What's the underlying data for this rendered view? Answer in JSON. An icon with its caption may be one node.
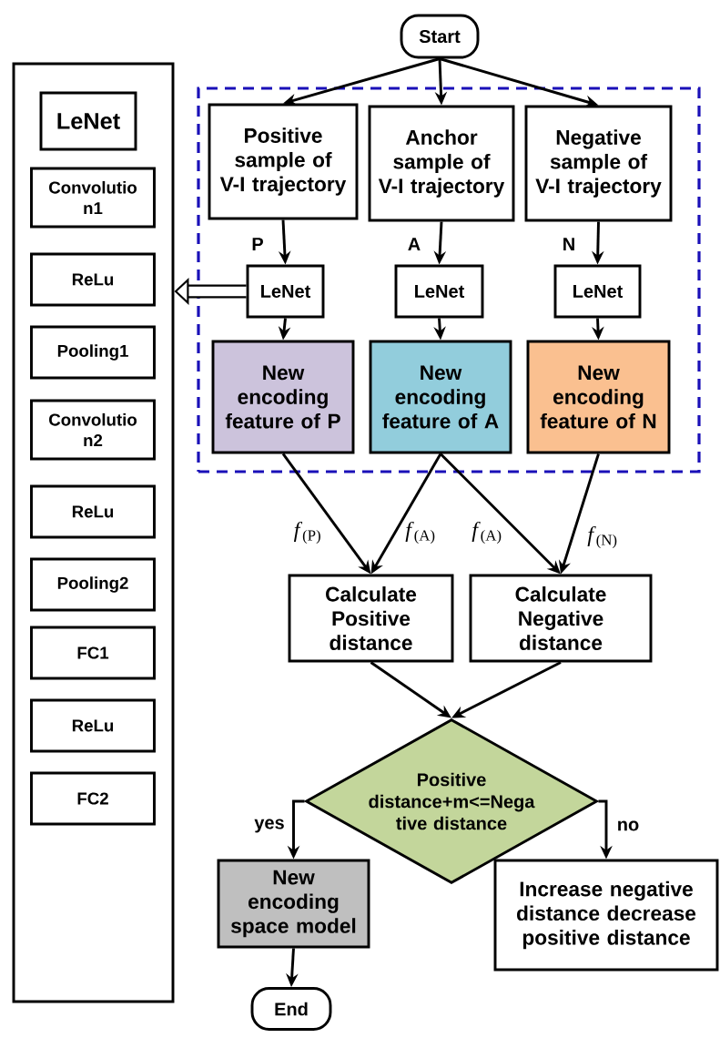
{
  "diagram": {
    "nodes": [
      {
        "text": [
          "Start"
        ]
      },
      {
        "text": [],
        "shape": "box"
      },
      {
        "text": [
          "LeNet"
        ],
        "in": 1
      },
      {
        "text": [
          "Convolutio n1"
        ],
        "in": 1
      },
      {
        "text": [
          "ReLu"
        ],
        "in": 1
      },
      {
        "text": [
          "Pooling1"
        ],
        "in": 1
      },
      {
        "text": [
          "Convolutio n2"
        ],
        "in": 1
      },
      {
        "text": [
          "ReLu"
        ],
        "in": 1
      },
      {
        "text": [
          "Pooling2"
        ],
        "in": 1
      },
      {
        "text": [
          "FC1"
        ],
        "in": 1
      },
      {
        "text": [
          "ReLu"
        ],
        "in": 1
      },
      {
        "text": [
          "FC2"
        ],
        "in": 1
      },
      {
        "text": [],
        "shape": "box"
      },
      {
        "text": [
          "Positive sample of V-I trajectory"
        ],
        "in": 12
      },
      {
        "text": [
          "Anchor sample of V-I trajectory"
        ],
        "in": 12
      },
      {
        "text": [
          "Negative sample of V-I trajectory"
        ],
        "in": 12
      },
      {
        "text": [
          "LeNet"
        ],
        "in": 12
      },
      {
        "text": [
          "LeNet"
        ],
        "in": 12
      },
      {
        "text": [
          "LeNet"
        ],
        "in": 12
      },
      {
        "text": [
          "New encoding feature of P"
        ],
        "in": 12
      },
      {
        "text": [
          "New encoding feature of A"
        ],
        "in": 12
      },
      {
        "text": [
          "New encoding feature of N"
        ],
        "in": 12
      },
      {
        "text": [
          "Calculate Positive distance"
        ]
      },
      {
        "text": [
          "Calculate Negative distance"
        ]
      },
      {
        "text": [
          "Positive distance+m<=Nega tive distance"
        ]
      },
      {
        "text": [
          "New encoding space model"
        ]
      },
      {
        "text": [
          "Increase negative distance decrease positive distance"
        ]
      },
      {
        "text": [
          "End"
        ]
      }
    ],
    "edges": [
      {
        "from": 0,
        "to": 13,
        "arrow": "to"
      },
      {
        "from": 0,
        "to": 14,
        "arrow": "to"
      },
      {
        "from": 0,
        "to": 15,
        "arrow": "to"
      },
      {
        "from": 13,
        "to": 16,
        "arrow": "to",
        "label": "P"
      },
      {
        "from": 14,
        "to": 17,
        "arrow": "to",
        "label": "A"
      },
      {
        "from": 15,
        "to": 18,
        "arrow": "to",
        "label": "N"
      },
      {
        "from": 16,
        "to": 1,
        "arrow": "to",
        "style": "thick"
      },
      {
        "from": 16,
        "to": 19,
        "arrow": "to"
      },
      {
        "from": 17,
        "to": 20,
        "arrow": "to"
      },
      {
        "from": 18,
        "to": 21,
        "arrow": "to"
      },
      {
        "from": 19,
        "to": 22,
        "arrow": "to",
        "label": "*f*$_{(P)}$"
      },
      {
        "from": 20,
        "to": 22,
        "arrow": "to",
        "label": "*f*$_{(A)}$"
      },
      {
        "from": 20,
        "to": 23,
        "arrow": "to",
        "label": "*f*$_{(A)}$"
      },
      {
        "from": 21,
        "to": 23,
        "arrow": "to",
        "label": "*f*$_{(N)}$"
      },
      {
        "from": 22,
        "to": 24,
        "arrow": "to"
      },
      {
        "from": 23,
        "to": 24,
        "arrow": "to"
      },
      {
        "from": 24,
        "to": 25,
        "arrow": "to",
        "label": "yes"
      },
      {
        "from": 24,
        "to": 26,
        "arrow": "to",
        "label": "no"
      },
      {
        "from": 25,
        "to": 27,
        "arrow": "to"
      }
    ]
  }
}
